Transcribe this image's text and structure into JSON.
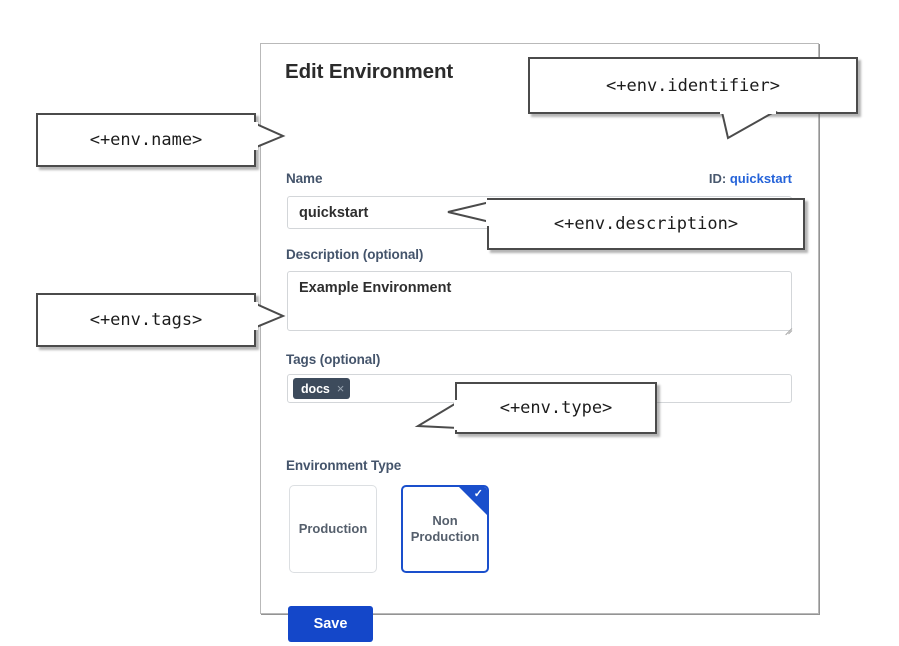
{
  "panel": {
    "title": "Edit Environment",
    "name": {
      "label": "Name",
      "value": "quickstart",
      "placeholder": ""
    },
    "identifier": {
      "prefix": "ID:",
      "value": "quickstart",
      "color": "#2563d9"
    },
    "description": {
      "label": "Description (optional)",
      "value": "Example Environment",
      "placeholder": ""
    },
    "tags": {
      "label": "Tags (optional)",
      "chips": [
        {
          "text": "docs",
          "remove_icon": "×"
        }
      ],
      "placeholder": ""
    },
    "environment_type": {
      "label": "Environment Type",
      "options": [
        {
          "label": "Production",
          "selected": false
        },
        {
          "label": "Non Production",
          "selected": true
        }
      ],
      "selected_check_icon": "✓",
      "selected_color": "#1a4fcc"
    },
    "save": {
      "label": "Save",
      "color": "#1447c9"
    },
    "label_color": "#44546b",
    "chip_color": "#3d4b5c"
  },
  "callouts": {
    "name": "<+env.name>",
    "identifier": "<+env.identifier>",
    "description": "<+env.description>",
    "tags": "<+env.tags>",
    "type": "<+env.type>"
  }
}
